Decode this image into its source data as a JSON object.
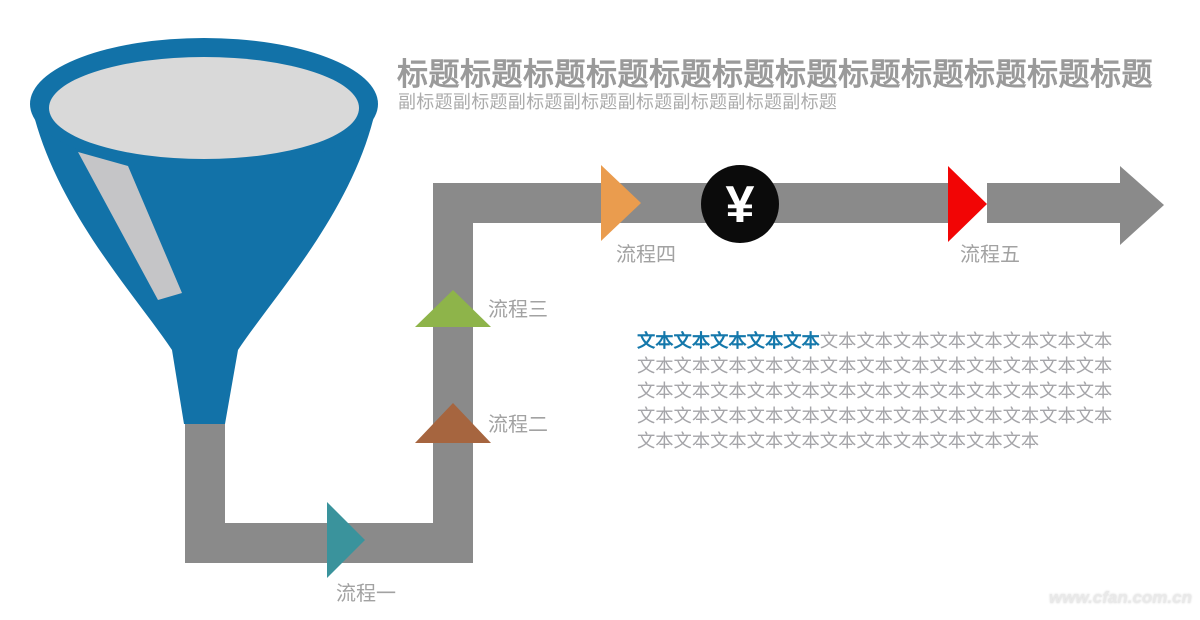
{
  "page": {
    "background": "#ffffff",
    "watermark": "www.cfan.com.cn"
  },
  "header": {
    "title": "标题标题标题标题标题标题标题标题标题标题标题标题",
    "subtitle": "副标题副标题副标题副标题副标题副标题副标题副标题",
    "title_color": "#9a9a9a",
    "subtitle_color": "#ababab"
  },
  "funnel": {
    "body_color": "#1272a8",
    "opening_color": "#d9d9d9",
    "highlight_color": "#c5c5c7"
  },
  "flow": {
    "pipe_color": "#8a8a8a",
    "label_color": "#a2a2a2",
    "steps": [
      {
        "label": "流程一",
        "color": "#3a939c",
        "direction": "right"
      },
      {
        "label": "流程二",
        "color": "#a6653f",
        "direction": "up"
      },
      {
        "label": "流程三",
        "color": "#8eb44a",
        "direction": "up"
      },
      {
        "label": "流程四",
        "color": "#ea9c4e",
        "direction": "right"
      },
      {
        "label": "流程五",
        "color": "#f20505",
        "direction": "right"
      }
    ],
    "currency_badge": {
      "symbol": "¥",
      "background": "#0b0b0b",
      "color": "#ffffff"
    }
  },
  "body_text": {
    "highlight": "文本文本文本文本文本",
    "highlight_color": "#1478ab",
    "rest": "文本文本文本文本文本文本文本文本文本文本文本文本文本文本文本文本文本文本文本文本文本文本文本文本文本文本文本文本文本文本文本文本文本文本文本文本文本文本文本文本文本文本文本文本文本文本文本文本文本文本文本文本文本文本文本文本文本文本",
    "rest_color": "#a5a5a9"
  }
}
